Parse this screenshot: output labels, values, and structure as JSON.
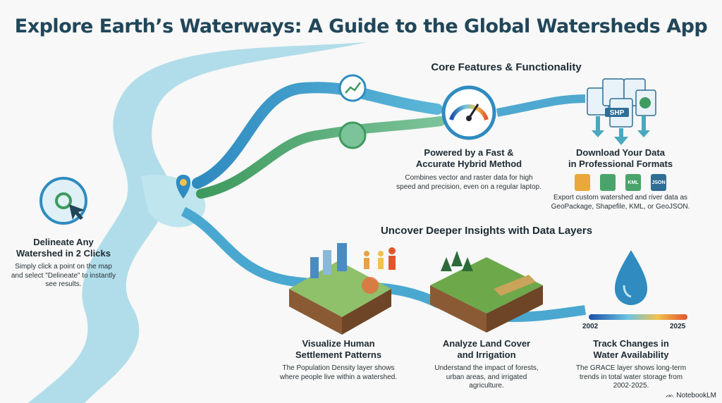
{
  "title": "Explore Earth’s Waterways: A Guide to the Global Watersheds App",
  "core_heading": "Core Features & Functionality",
  "insights_heading": "Uncover Deeper Insights with Data Layers",
  "delineate": {
    "title_1": "Delineate Any",
    "title_2": "Watershed in 2 Clicks",
    "desc": "Simply click a point on the map and select \"Delineate\" to instantly see results."
  },
  "hybrid": {
    "title_1": "Powered by a Fast &",
    "title_2": "Accurate Hybrid Method",
    "desc": "Combines vector and raster data for high speed and precision, even on a regular laptop."
  },
  "download": {
    "title_1": "Download Your Data",
    "title_2": "in Professional Formats",
    "file_badge": "SHP",
    "formats": [
      "GeoPackage",
      "Shapefile",
      "KML",
      "JSON"
    ],
    "kml_badge": "KML",
    "json_badge": "JSON",
    "desc": "Export custom watershed and river data as GeoPackage, Shapefile, KML, or GeoJSON."
  },
  "settlement": {
    "title_1": "Visualize Human",
    "title_2": "Settlement Patterns",
    "desc": "The Population Density layer shows where people live within a watershed."
  },
  "landcover": {
    "title_1": "Analyze Land Cover",
    "title_2": "and Irrigation",
    "desc": "Understand the impact of forests, urban areas, and irrigated agriculture."
  },
  "water": {
    "title_1": "Track Changes in",
    "title_2": "Water Availability",
    "desc": "The GRACE layer shows long-term trends in total water storage from 2002-2025.",
    "year_start": "2002",
    "year_end": "2025"
  },
  "branding": "NotebookLM",
  "colors": {
    "river": "#7cc8dd",
    "river_dark": "#2f8bc0",
    "green": "#4aa36b",
    "title": "#21465a"
  }
}
